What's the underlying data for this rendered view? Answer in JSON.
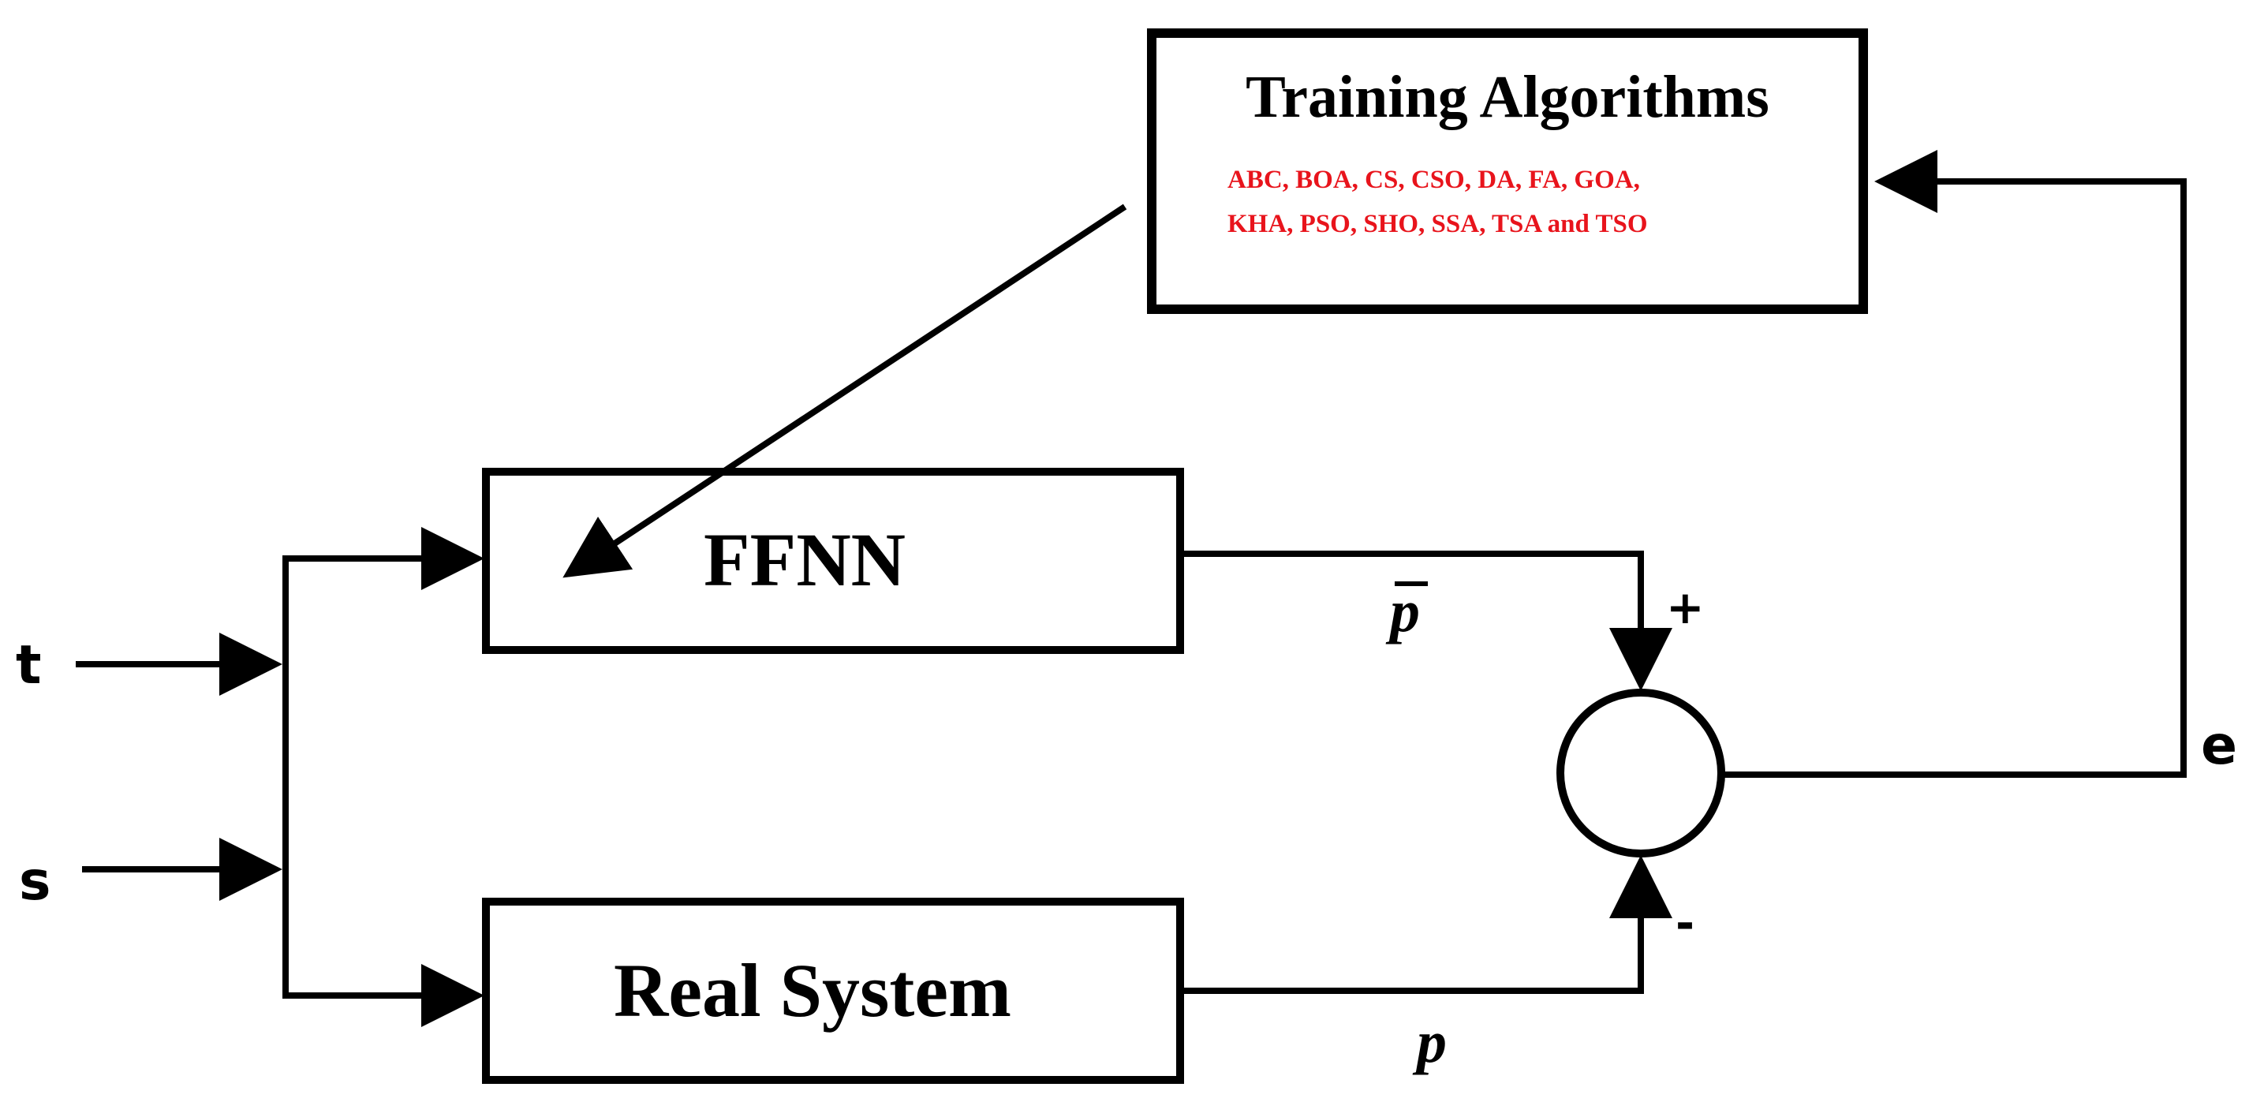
{
  "training_box": {
    "title": "Training Algorithms",
    "algorithms_line1": "ABC, BOA, CS, CSO, DA, FA, GOA,",
    "algorithms_line2": "KHA, PSO, SHO, SSA, TSA and TSO",
    "algorithms_color": "#e8141c"
  },
  "ffnn_box": {
    "label": "FFNN"
  },
  "real_system_box": {
    "label": "Real System"
  },
  "inputs": {
    "t": "t",
    "s": "s"
  },
  "signals": {
    "p_bar": "p",
    "p": "p",
    "error": "e",
    "plus": "+",
    "minus": "-"
  },
  "colors": {
    "stroke": "#000000",
    "background": "#ffffff"
  }
}
